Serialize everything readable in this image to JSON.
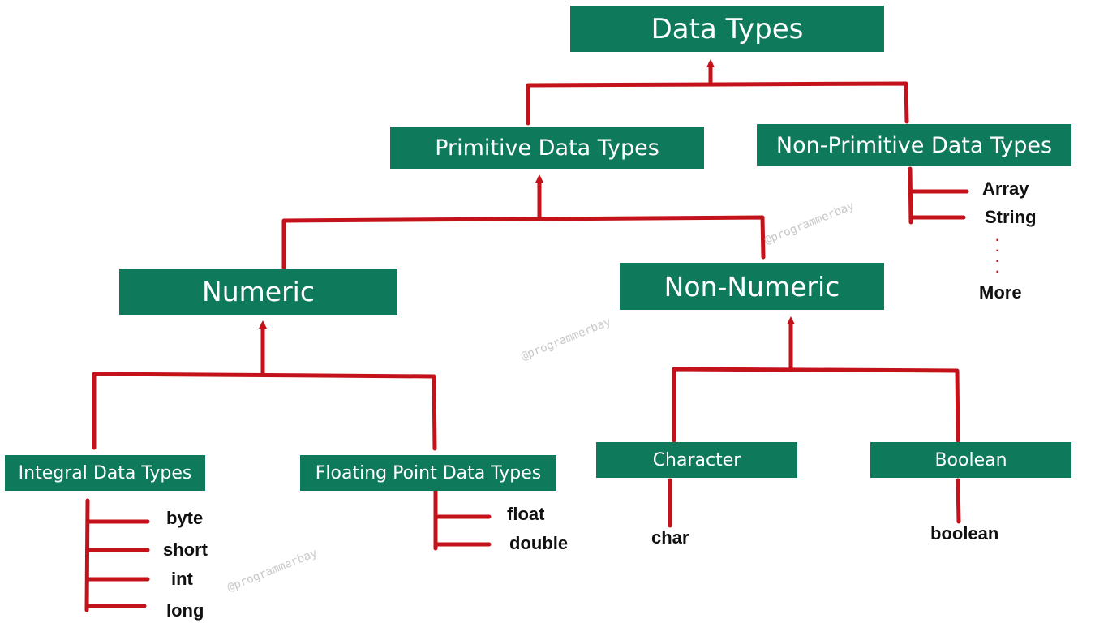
{
  "diagram": {
    "line_color": "#c4121a",
    "box_color": "#0f7a5b",
    "text_color": "#ffffff",
    "nodes": {
      "root": "Data Types",
      "primitive": "Primitive Data Types",
      "non_primitive": "Non-Primitive Data Types",
      "numeric": "Numeric",
      "non_numeric": "Non-Numeric",
      "integral": "Integral Data Types",
      "floating": "Floating Point Data Types",
      "character": "Character",
      "boolean": "Boolean"
    },
    "leaves": {
      "integral": [
        "byte",
        "short",
        "int",
        "long"
      ],
      "floating": [
        "float",
        "double"
      ],
      "character": [
        "char"
      ],
      "boolean": [
        "boolean"
      ],
      "non_primitive": [
        "Array",
        "String",
        "More"
      ]
    },
    "watermark": "@programmerbay"
  }
}
